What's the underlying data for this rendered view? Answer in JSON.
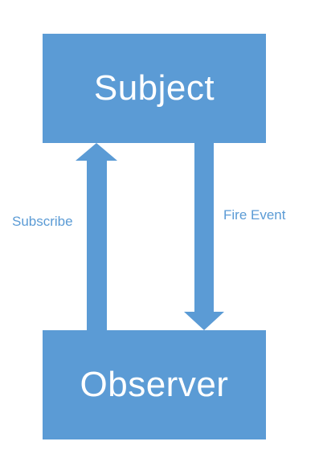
{
  "colors": {
    "box_fill": "#5b9bd5",
    "arrow_fill": "#5b9bd5",
    "label_color": "#5b9bd5",
    "box_text": "#ffffff"
  },
  "nodes": {
    "subject": {
      "label": "Subject"
    },
    "observer": {
      "label": "Observer"
    }
  },
  "edges": {
    "subscribe": {
      "label": "Subscribe"
    },
    "fire_event": {
      "label": "Fire Event"
    }
  }
}
